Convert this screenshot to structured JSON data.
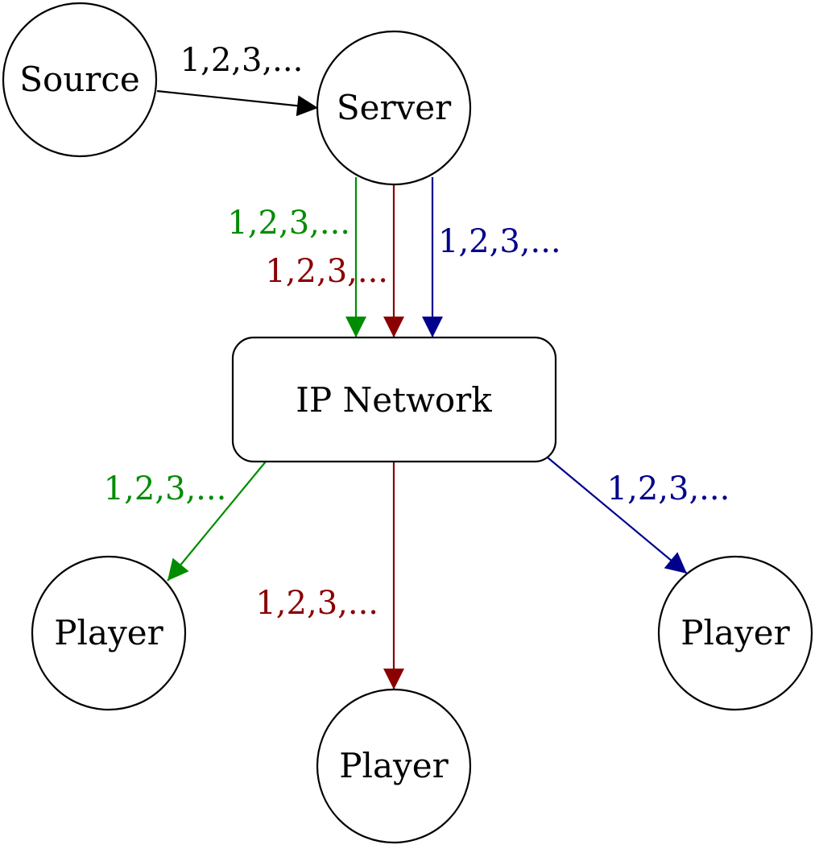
{
  "nodes": {
    "source": "Source",
    "server": "Server",
    "network": "IP Network",
    "player_left": "Player",
    "player_center": "Player",
    "player_right": "Player"
  },
  "edges": {
    "source_to_server": "1,2,3,...",
    "server_to_network_green": "1,2,3,...",
    "server_to_network_red": "1,2,3,...",
    "server_to_network_blue": "1,2,3,...",
    "network_to_player_left": "1,2,3,...",
    "network_to_player_center": "1,2,3,...",
    "network_to_player_right": "1,2,3,..."
  },
  "colors": {
    "black": "#000000",
    "green": "#008c00",
    "red": "#8b0000",
    "blue": "#00008c"
  }
}
